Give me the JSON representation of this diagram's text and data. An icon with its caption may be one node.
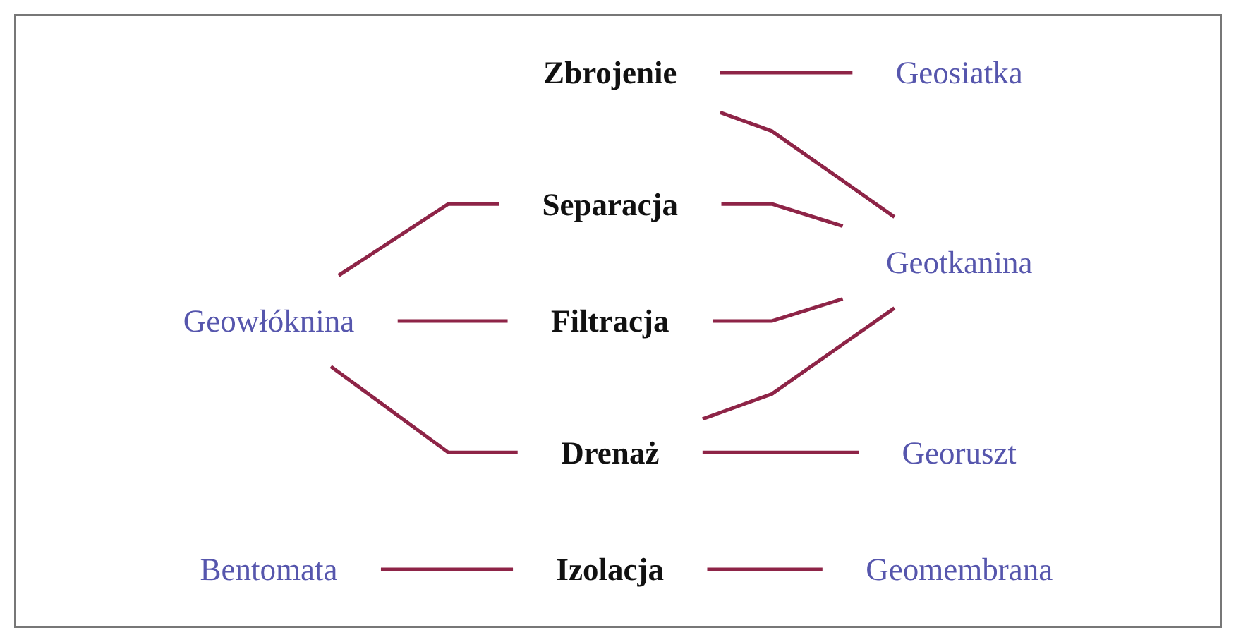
{
  "diagram": {
    "nodes": [
      {
        "text": [
          "Zbrojenie"
        ]
      },
      {
        "text": [
          "Geosiatka"
        ]
      },
      {
        "text": [
          "Separacja"
        ]
      },
      {
        "text": [
          "Geowłóknina"
        ]
      },
      {
        "text": [
          "Filtracja"
        ]
      },
      {
        "text": [
          "Geotkanina"
        ]
      },
      {
        "text": [
          "Drenaż"
        ]
      },
      {
        "text": [
          "Georuszt"
        ]
      },
      {
        "text": [
          "Bentomata"
        ]
      },
      {
        "text": [
          "Izolacja"
        ]
      },
      {
        "text": [
          "Geomembrana"
        ]
      }
    ],
    "edges": [
      {
        "from": 0,
        "to": 1,
        "arrow": "none"
      },
      {
        "from": 3,
        "to": 2,
        "arrow": "none"
      },
      {
        "from": 3,
        "to": 4,
        "arrow": "none"
      },
      {
        "from": 3,
        "to": 6,
        "arrow": "none"
      },
      {
        "from": 0,
        "to": 5,
        "arrow": "none"
      },
      {
        "from": 2,
        "to": 5,
        "arrow": "none"
      },
      {
        "from": 4,
        "to": 5,
        "arrow": "none"
      },
      {
        "from": 6,
        "to": 5,
        "arrow": "none"
      },
      {
        "from": 6,
        "to": 7,
        "arrow": "none"
      },
      {
        "from": 8,
        "to": 9,
        "arrow": "none"
      },
      {
        "from": 9,
        "to": 10,
        "arrow": "none"
      }
    ]
  }
}
